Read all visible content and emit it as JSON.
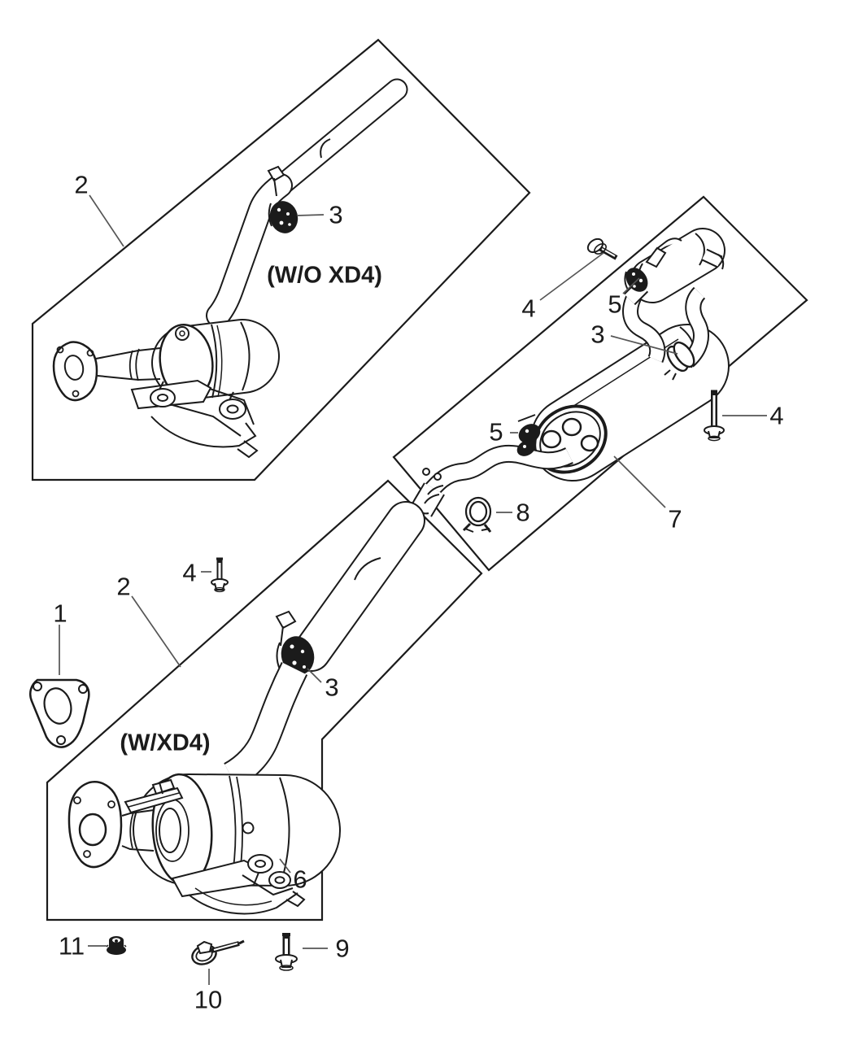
{
  "colors": {
    "ink": "#1b1b1b",
    "background": "#ffffff",
    "leader_line": "#555555"
  },
  "diagram": {
    "kind": "exploded parts line drawing",
    "subject": "exhaust system",
    "labels": {
      "wo_xd4": "(W/O XD4)",
      "w_xd4": "(W/XD4)"
    },
    "callouts": [
      {
        "ref": "2"
      },
      {
        "ref": "3"
      },
      {
        "ref": "4"
      },
      {
        "ref": "5"
      },
      {
        "ref": "3"
      },
      {
        "ref": "4"
      },
      {
        "ref": "5"
      },
      {
        "ref": "8"
      },
      {
        "ref": "7"
      },
      {
        "ref": "4"
      },
      {
        "ref": "2"
      },
      {
        "ref": "1"
      },
      {
        "ref": "3"
      },
      {
        "ref": "6"
      },
      {
        "ref": "11"
      },
      {
        "ref": "9"
      },
      {
        "ref": "10"
      }
    ]
  }
}
